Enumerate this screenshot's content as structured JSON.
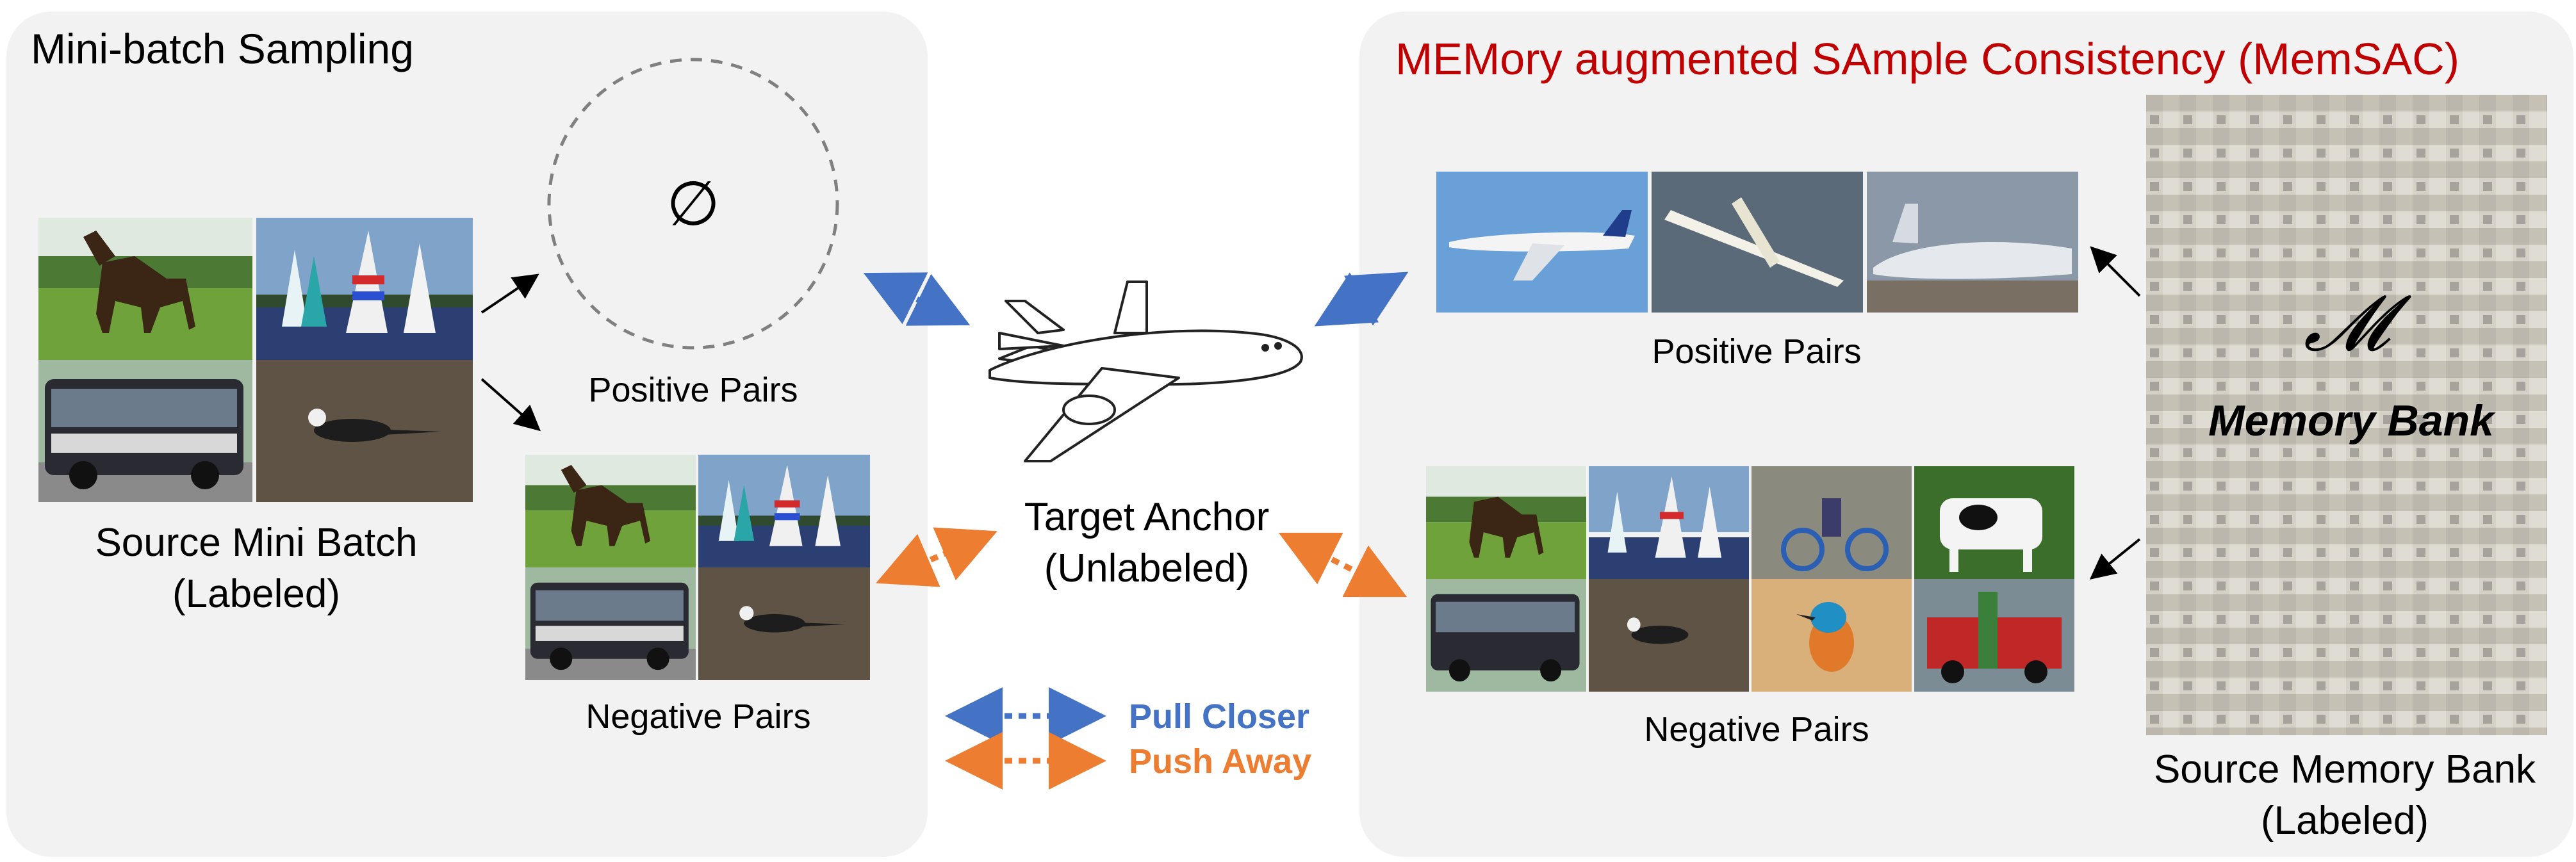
{
  "left_panel": {
    "title": "Mini-batch Sampling",
    "empty_set_symbol": "∅",
    "positive_label": "Positive Pairs",
    "negative_label": "Negative Pairs",
    "source_label_line1": "Source Mini Batch",
    "source_label_line2": "(Labeled)"
  },
  "center": {
    "anchor_line1": "Target Anchor",
    "anchor_line2": "(Unlabeled)",
    "legend": [
      {
        "label": "Pull Closer",
        "color": "#4472c4"
      },
      {
        "label": "Push Away",
        "color": "#ed7d31"
      }
    ]
  },
  "right_panel": {
    "title": "MEMory augmented SAmple Consistency (MemSAC)",
    "title_color": "#c00000",
    "positive_label": "Positive Pairs",
    "negative_label": "Negative Pairs",
    "memory_symbol": "𝓜",
    "memory_bank_label": "Memory Bank",
    "source_label_line1": "Source Memory Bank",
    "source_label_line2": "(Labeled)"
  },
  "colors": {
    "panel_bg": "#f2f2f2",
    "pull": "#4472c4",
    "push": "#ed7d31"
  },
  "icons": [
    "horse-photo",
    "sailboat-photo",
    "bus-photo",
    "duck-photo",
    "airplane-photo",
    "glider-photo",
    "jet-photo",
    "bicycle-photo",
    "cow-photo",
    "kingfisher-photo",
    "firetruck-photo",
    "airplane-sketch",
    "memory-collage"
  ]
}
